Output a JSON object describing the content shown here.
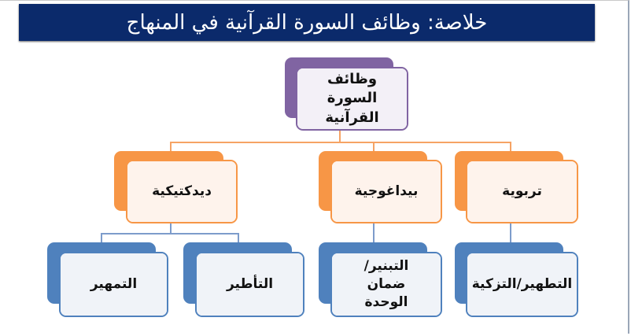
{
  "header": {
    "title": "خلاصة: وظائف السورة القرآنية في المنهاج"
  },
  "diagram": {
    "root": "وظائف السورة القرآنية",
    "categories": [
      {
        "label": "تربوية",
        "children": [
          "التطهير/التزكية"
        ]
      },
      {
        "label": "بيداغوجية",
        "children": [
          "التبنير/ضمان الوحدة"
        ]
      },
      {
        "label": "ديدكتيكية",
        "children": [
          "التأطير",
          "التمهير"
        ]
      }
    ],
    "colors": {
      "header": "#0b2a6b",
      "root": "#8064a2",
      "level2": "#f79646",
      "level3": "#4f81bd"
    }
  }
}
